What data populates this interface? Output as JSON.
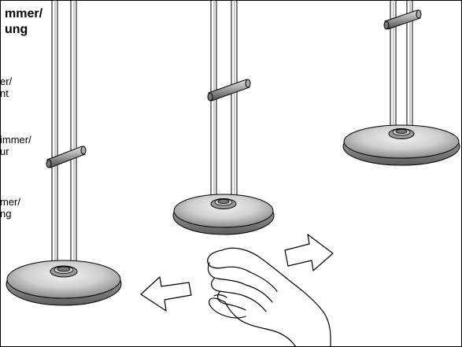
{
  "heading": {
    "line1": "mmer/",
    "line2": "ung"
  },
  "captions": [
    {
      "line1": "er/",
      "line2": "nt"
    },
    {
      "line1": "immer/",
      "line2": "ur"
    },
    {
      "line1": "mer/",
      "line2": "ng"
    }
  ],
  "icons": {
    "lamp": "floor-lamp-icon",
    "hand": "hand-icon",
    "arrow_left": "arrow-left-icon",
    "arrow_right": "arrow-right-icon"
  },
  "colors": {
    "stroke": "#000000",
    "metal_light": "#e8e8e8",
    "metal_mid": "#bdbdbd",
    "metal_dark": "#7a7a7a"
  }
}
